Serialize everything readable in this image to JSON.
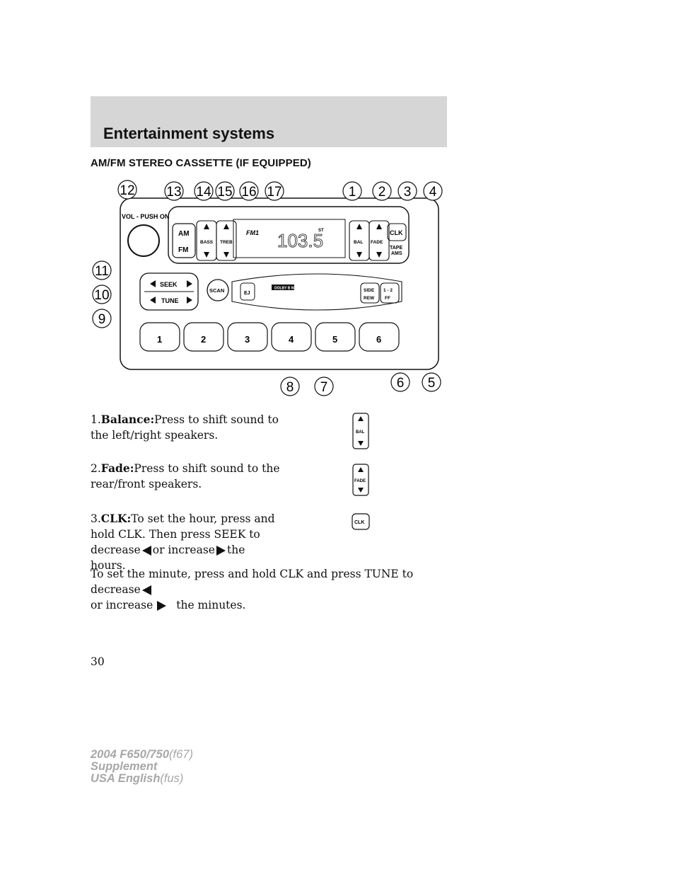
{
  "section": {
    "title": "Entertainment systems"
  },
  "heading": "AM/FM STEREO CASSETTE (IF EQUIPPED)",
  "diagram": {
    "callouts": [
      "12",
      "13",
      "14",
      "15",
      "16",
      "17",
      "1",
      "2",
      "3",
      "4",
      "11",
      "10",
      "9",
      "8",
      "7",
      "6",
      "5"
    ],
    "knob_label": "VOL - PUSH ON",
    "am": "AM",
    "fm": "FM",
    "bass": "BASS",
    "treb": "TREB",
    "bal": "BAL",
    "fade": "FADE",
    "clk": "CLK",
    "tape": "TAPE",
    "ams": "AMS",
    "display_band": "FM1",
    "display_freq": "103.5",
    "display_st": "ST",
    "seek": "SEEK",
    "tune": "TUNE",
    "scan": "SCAN",
    "ej": "EJ",
    "dolby": "DOLBY B NR",
    "side": "SIDE",
    "rew": "REW",
    "one_two": "1 - 2",
    "ff": "FF",
    "presets": [
      "1",
      "2",
      "3",
      "4",
      "5",
      "6"
    ]
  },
  "items": [
    {
      "num": "1.",
      "term": "Balance:",
      "text_line1": "Press to shift sound to",
      "text_line2": "the left/right speakers.",
      "icon_label": "BAL"
    },
    {
      "num": "2.",
      "term": "Fade:",
      "text_line1": "Press to shift sound to the",
      "text_line2": "rear/front speakers.",
      "icon_label": "FADE"
    },
    {
      "num": "3.",
      "term": "CLK:",
      "text_line1": "To set the hour, press and",
      "text_line2": "hold CLK. Then press SEEK to",
      "text_line3a": "decrease",
      "text_line3b": "or increase",
      "text_line3c": "the",
      "text_line4": "hours.",
      "icon_label": "CLK"
    }
  ],
  "minute_paragraph": {
    "part1": "To set the minute, press and hold CLK and press TUNE to decrease",
    "part2": "or increase",
    "part3": "the minutes."
  },
  "page_number": "30",
  "footer": {
    "model": "2004 F650/750",
    "model_code": "(f67)",
    "line2": "Supplement",
    "lang": "USA English",
    "lang_code": "(fus)"
  }
}
